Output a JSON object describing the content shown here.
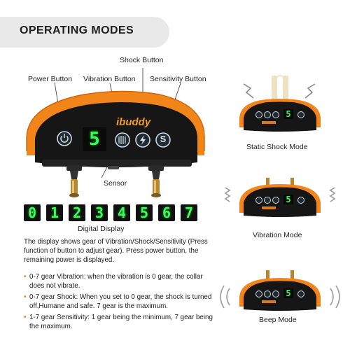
{
  "header": {
    "title": "OPERATING MODES"
  },
  "labels": {
    "shock_button": "Shock Button",
    "power_button": "Power Button",
    "vibration_button": "Vibration Button",
    "sensitivity_button": "Sensitivity Button",
    "sensor": "Sensor",
    "digital_display": "Digital Display"
  },
  "device": {
    "brand": "ibuddy",
    "display_value": "5"
  },
  "digits": [
    "0",
    "1",
    "2",
    "3",
    "4",
    "5",
    "6",
    "7"
  ],
  "modes": [
    {
      "label": "Static Shock Mode",
      "display_value": "5"
    },
    {
      "label": "Vibration Mode",
      "display_value": "5"
    },
    {
      "label": "Beep Mode",
      "display_value": "5"
    }
  ],
  "description": {
    "intro": "The display shows gear of Vibration/Shock/Sensitivity (Press function of button to adjust gear). Press power button, the remaining power is displayed.",
    "bullets": [
      "0-7 gear Vibration: when the vibration is 0 gear, the collar does not vibrate.",
      "0-7 gear Shock: When you set to 0 gear, the shock is turned off,Humane and safe. 7 gear is the maximum.",
      "1-7 gear Sensitivity: 1 gear being the minimum, 7 gear being the maximum."
    ]
  },
  "colors": {
    "accent_orange": "#f08a1c",
    "display_green": "#3dfc5a",
    "device_black": "#141414",
    "banner_gray": "#e9e9e9"
  }
}
